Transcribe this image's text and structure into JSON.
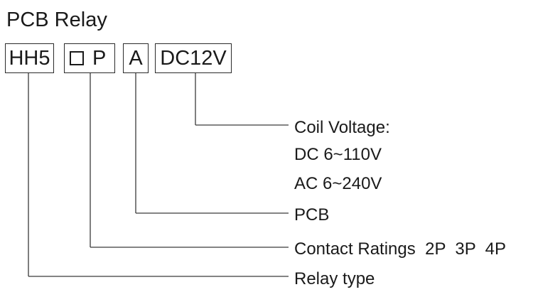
{
  "title": "PCB Relay",
  "code": {
    "series": "HH5",
    "contact_suffix": "P",
    "mounting": "A",
    "voltage": "DC12V"
  },
  "legend": {
    "coil_voltage_title": "Coil Voltage:",
    "coil_voltage_dc": "DC 6~110V",
    "coil_voltage_ac": "AC 6~240V",
    "mounting": "PCB",
    "contact_ratings": "Contact Ratings  2P  3P  4P",
    "relay_type": "Relay type"
  }
}
